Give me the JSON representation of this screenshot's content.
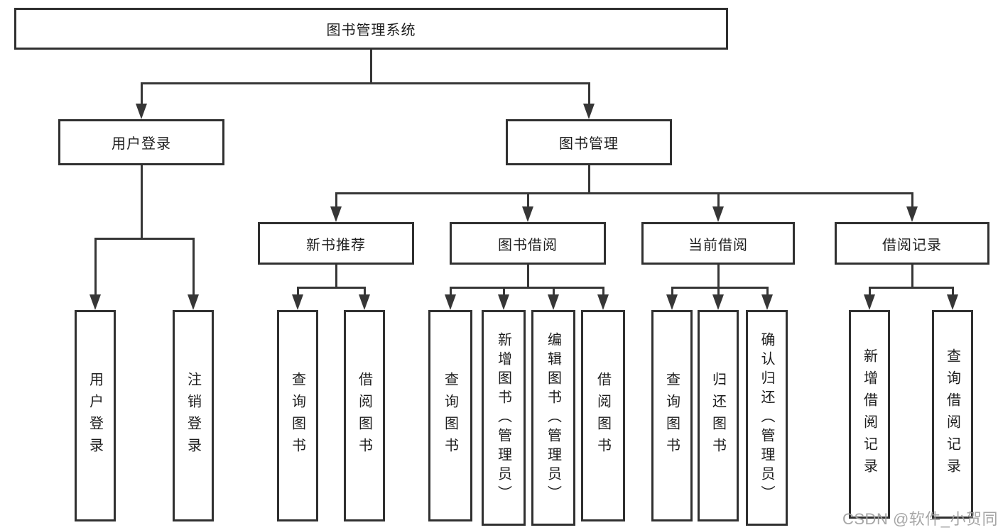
{
  "colors": {
    "line": "#363636",
    "box_border": "#303030",
    "text": "#1d1d1d",
    "watermark": "#9e9e9e",
    "background": "#ffffff"
  },
  "watermark": {
    "text": "CSDN @软件_小贺同学"
  },
  "tree": {
    "root": {
      "label": "图书管理系统",
      "children": [
        {
          "label": "用户登录",
          "children": [
            {
              "label": "用户登录"
            },
            {
              "label": "注销登录"
            }
          ]
        },
        {
          "label": "图书管理",
          "children": [
            {
              "label": "新书推荐",
              "children": [
                {
                  "label": "查询图书"
                },
                {
                  "label": "借阅图书"
                }
              ]
            },
            {
              "label": "图书借阅",
              "children": [
                {
                  "label": "查询图书"
                },
                {
                  "label": "新增图书（管理员）"
                },
                {
                  "label": "编辑图书（管理员）"
                },
                {
                  "label": "借阅图书"
                }
              ]
            },
            {
              "label": "当前借阅",
              "children": [
                {
                  "label": "查询图书"
                },
                {
                  "label": "归还图书"
                },
                {
                  "label": "确认归还（管理员）"
                }
              ]
            },
            {
              "label": "借阅记录",
              "children": [
                {
                  "label": "新增借阅记录"
                },
                {
                  "label": "查询借阅记录"
                }
              ]
            }
          ]
        }
      ]
    }
  }
}
